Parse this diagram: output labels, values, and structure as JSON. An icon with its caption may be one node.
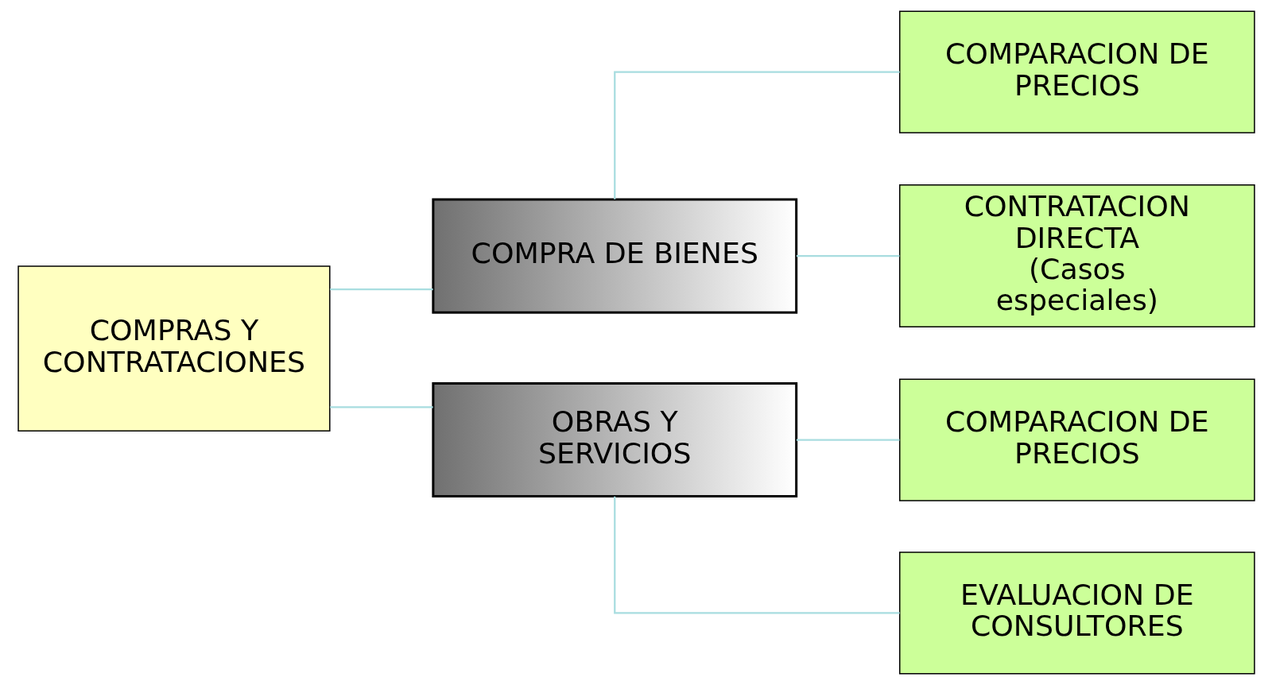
{
  "diagram": {
    "nodes": [
      {
        "text": [
          "COMPRAS Y CONTRATACIONES"
        ]
      },
      {
        "text": [
          "COMPRA DE BIENES"
        ]
      },
      {
        "text": [
          "OBRAS Y SERVICIOS"
        ]
      },
      {
        "text": [
          "COMPARACION DE PRECIOS"
        ]
      },
      {
        "text": [
          "CONTRATACION DIRECTA",
          "(Casos especiales)"
        ]
      },
      {
        "text": [
          "COMPARACION DE PRECIOS"
        ]
      },
      {
        "text": [
          "EVALUACION DE CONSULTORES"
        ]
      }
    ],
    "edges": [
      {
        "from": 0,
        "to": 1,
        "arrow": "none"
      },
      {
        "from": 0,
        "to": 2,
        "arrow": "none"
      },
      {
        "from": 1,
        "to": 3,
        "arrow": "none"
      },
      {
        "from": 1,
        "to": 4,
        "arrow": "none"
      },
      {
        "from": 2,
        "to": 5,
        "arrow": "none"
      },
      {
        "from": 2,
        "to": 6,
        "arrow": "none"
      }
    ]
  }
}
